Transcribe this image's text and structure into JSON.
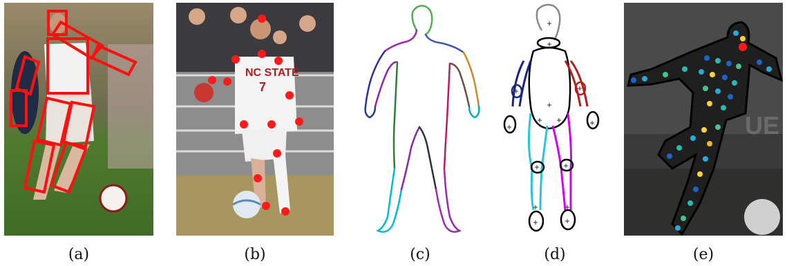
{
  "figure": {
    "panels": [
      {
        "id": "a",
        "caption": "(a)",
        "description_icon": "photo-with-part-boxes"
      },
      {
        "id": "b",
        "caption": "(b)",
        "description_icon": "photo-with-joint-dots"
      },
      {
        "id": "c",
        "caption": "(c)",
        "description_icon": "body-contour-outline"
      },
      {
        "id": "d",
        "caption": "(d)",
        "description_icon": "body-part-ellipses"
      },
      {
        "id": "e",
        "caption": "(e)",
        "description_icon": "dense-surface-points"
      }
    ],
    "colors": {
      "marker_red": "#ff1a1a",
      "box_red": "#ff1010",
      "contour_black": "#000000"
    }
  }
}
